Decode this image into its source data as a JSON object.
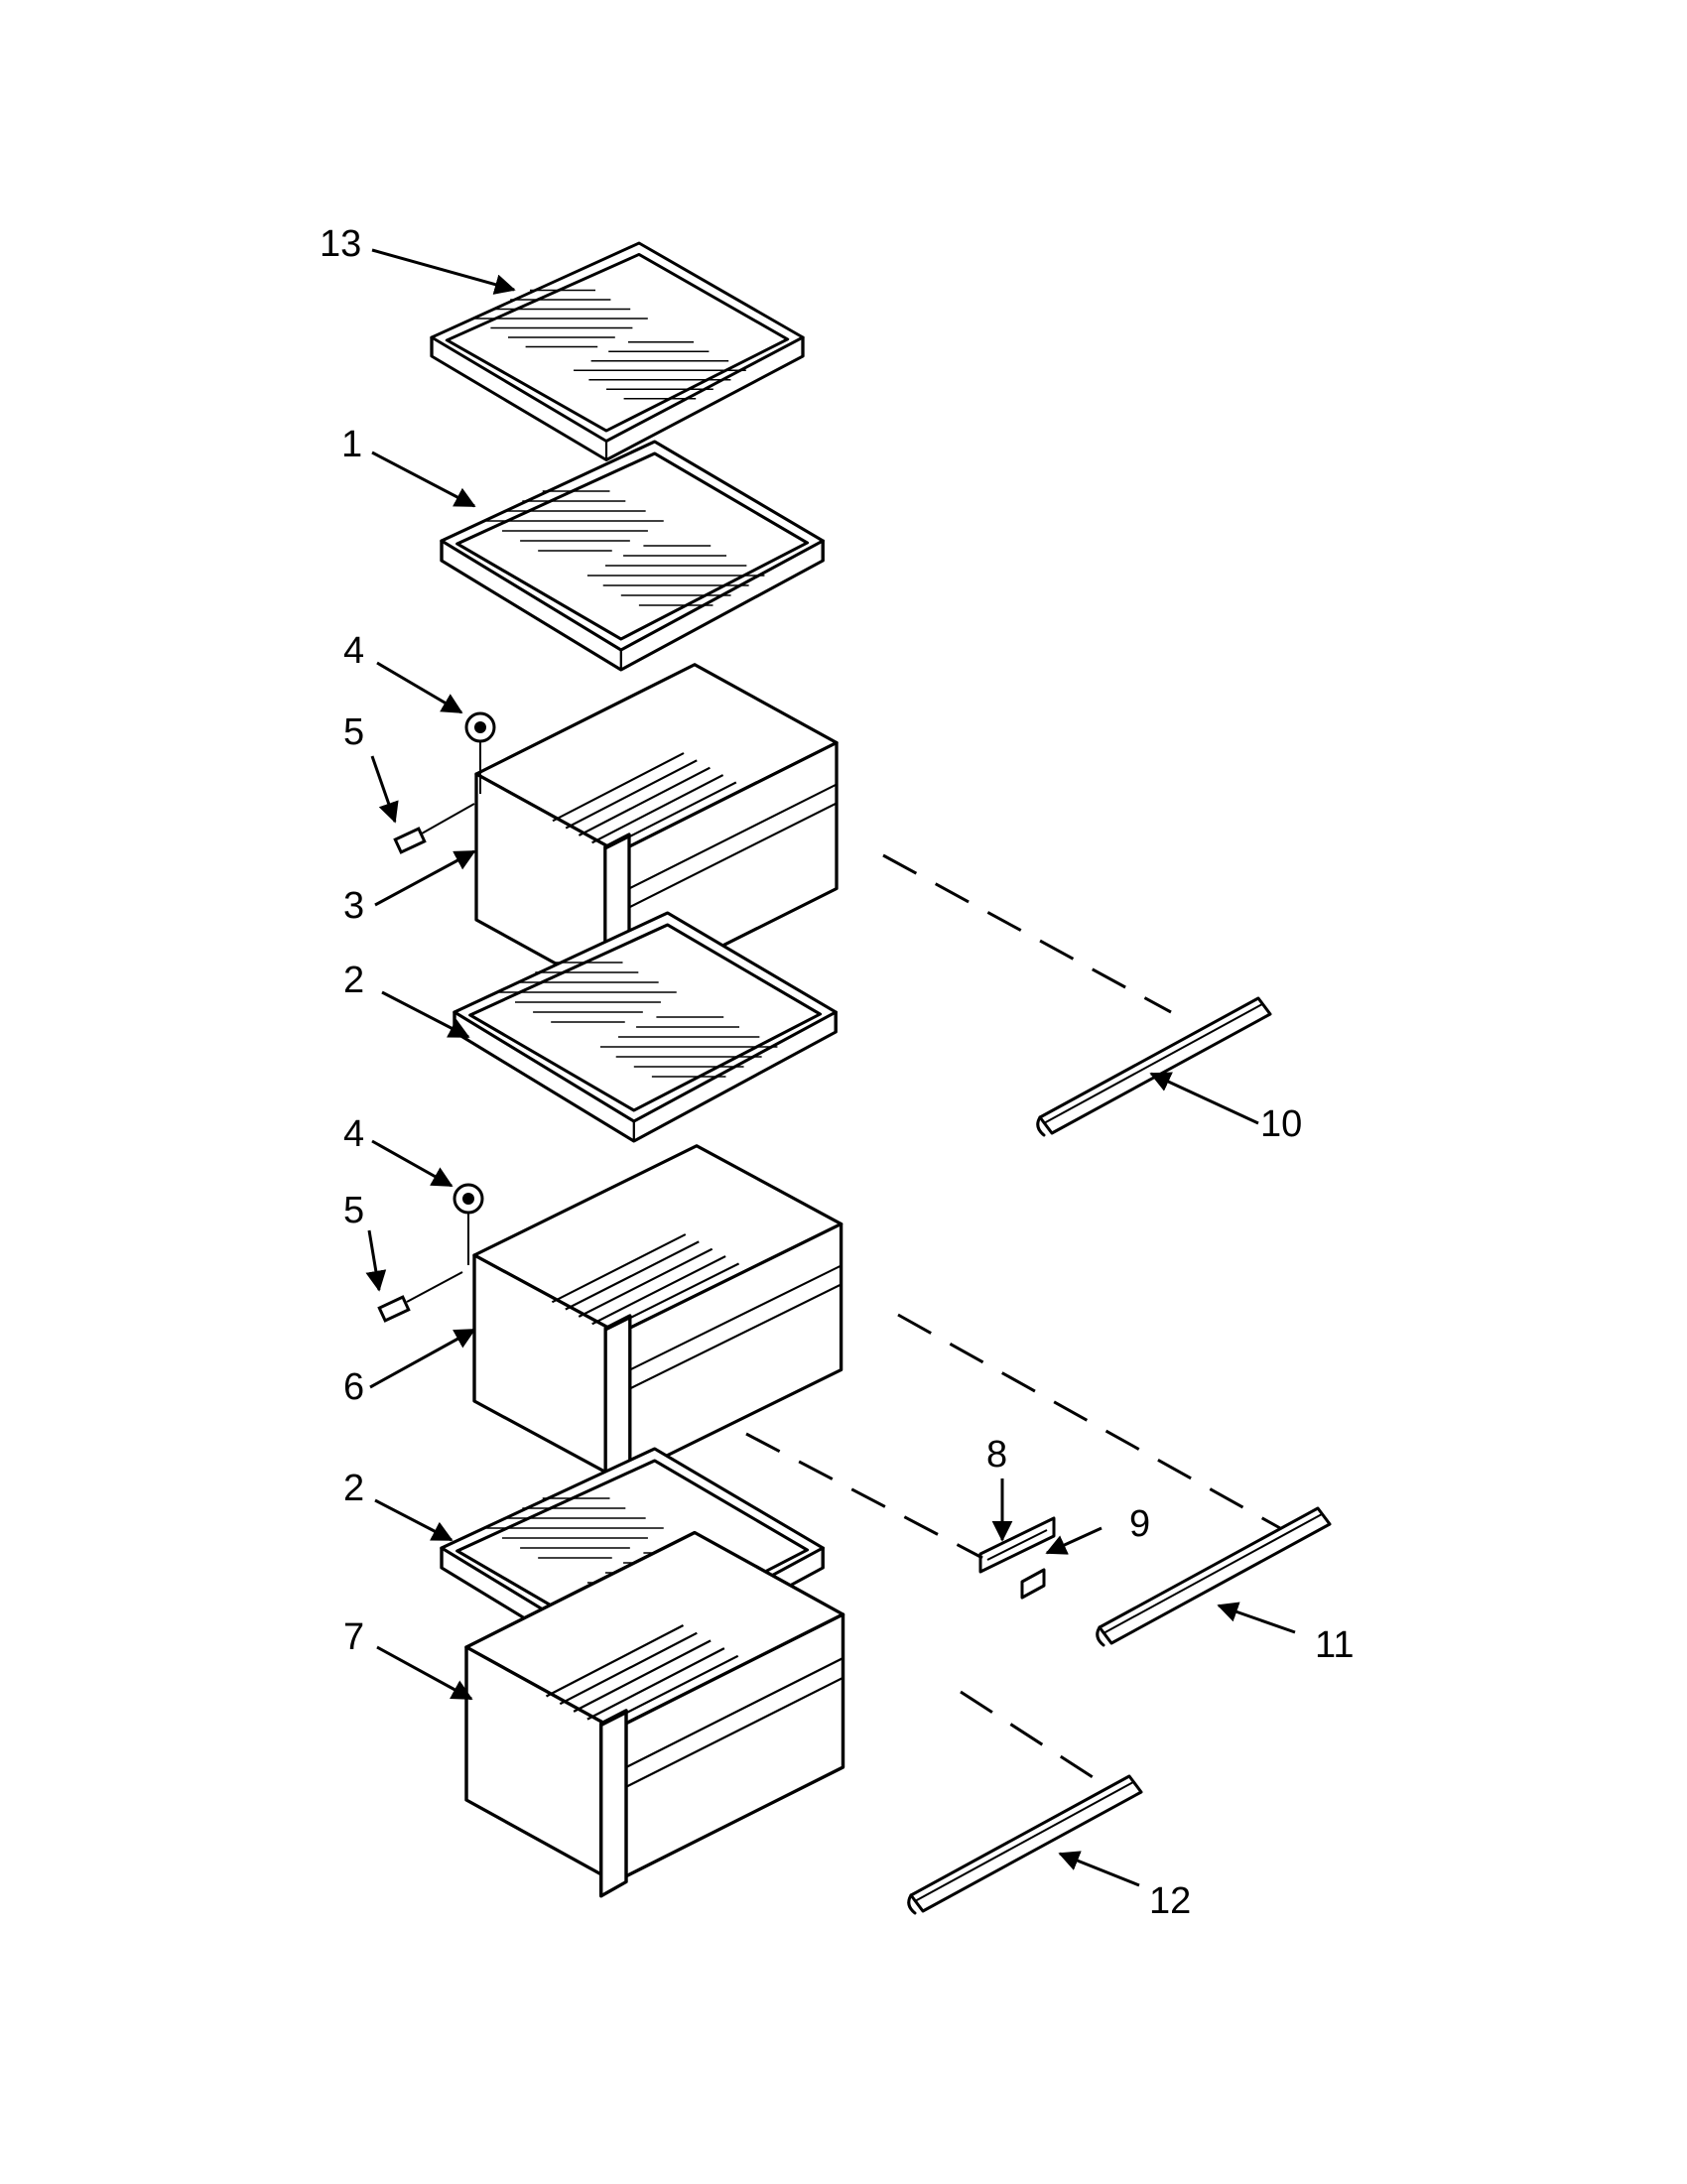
{
  "callouts": [
    "13",
    "1",
    "4",
    "5",
    "3",
    "2",
    "10",
    "4",
    "5",
    "6",
    "8",
    "9",
    "2",
    "11",
    "7",
    "12"
  ]
}
